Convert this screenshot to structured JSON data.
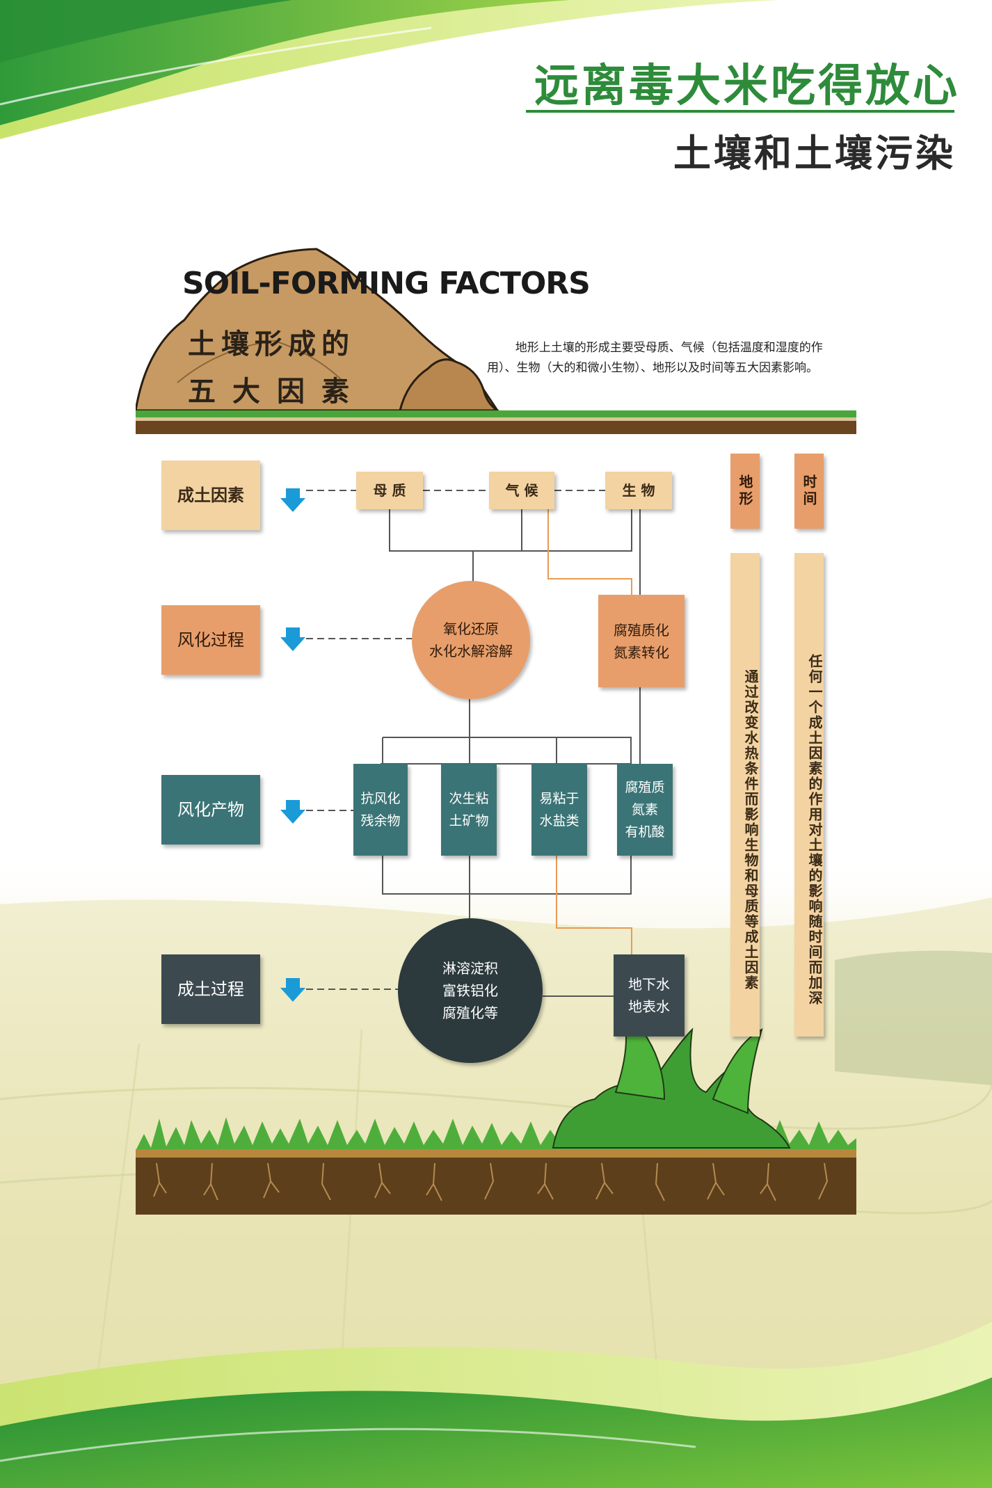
{
  "header": {
    "title": "远离毒大米吃得放心",
    "subtitle": "土壤和土壤污染"
  },
  "section": {
    "en_title": "SOIL-FORMING FACTORS",
    "cn_title_line1": "土壤形成的",
    "cn_title_line2": "五大因素",
    "description": "地形上土壤的形成主要受母质、气候（包括温度和湿度的作用）、生物（大的和微小生物）、地形以及时间等五大因素影响。"
  },
  "rows": {
    "r1": "成土因素",
    "r2": "风化过程",
    "r3": "风化产物",
    "r4": "成土过程"
  },
  "factors": {
    "mu_zhi": "母 质",
    "qi_hou": "气 候",
    "sheng_wu": "生 物"
  },
  "weathering": {
    "oxidation_l1": "氧化还原",
    "oxidation_l2": "水化水解溶解",
    "humus_l1": "腐殖质化",
    "humus_l2": "氮素转化"
  },
  "products": {
    "p1_l1": "抗风化",
    "p1_l2": "残余物",
    "p2_l1": "次生粘",
    "p2_l2": "土矿物",
    "p3_l1": "易粘于",
    "p3_l2": "水盐类",
    "p4_l1": "腐殖质",
    "p4_l2": "氮素",
    "p4_l3": "有机酸"
  },
  "formation": {
    "center_l1": "淋溶淀积",
    "center_l2": "富铁铝化",
    "center_l3": "腐殖化等",
    "water_l1": "地下水",
    "water_l2": "地表水"
  },
  "side": {
    "terrain_label": "地形",
    "time_label": "时间",
    "terrain_desc": "通过改变水热条件而影响生物和母质等成土因素",
    "time_desc": "任何一个成土因素的作用对土壤的影响随时间而加深"
  },
  "colors": {
    "brand_green": "#2e8b3a",
    "tan": "#f3d3a1",
    "orange": "#e89e6a",
    "teal": "#3b7476",
    "dark": "#3c4a50",
    "arrow_blue": "#1a9ad6",
    "soil_brown": "#5e3f1c"
  }
}
